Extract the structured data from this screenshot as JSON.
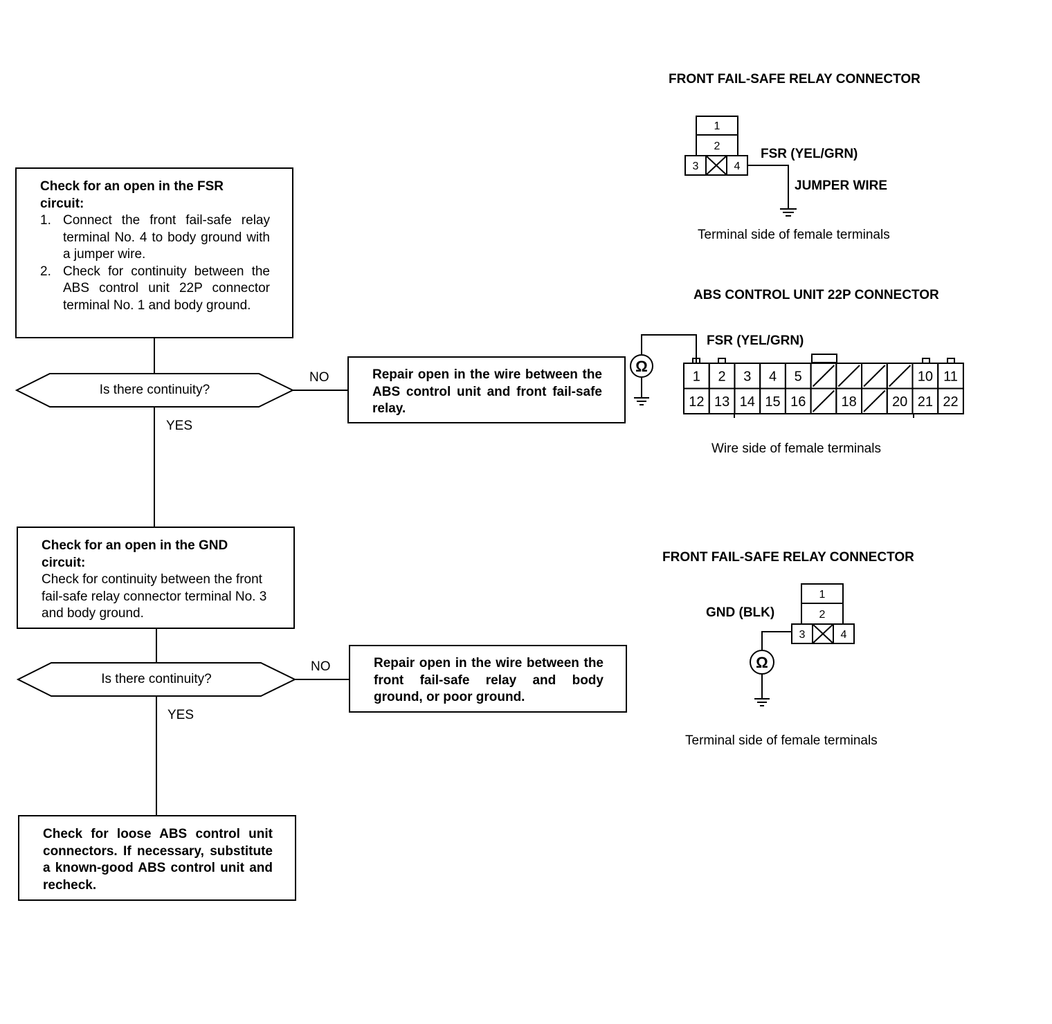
{
  "flowchart": {
    "box1": {
      "title": "Check for an open in the FSR circuit:",
      "steps": [
        {
          "num": "1.",
          "text": "Connect the front fail-safe relay terminal No. 4 to body ground with a jumper wire."
        },
        {
          "num": "2.",
          "text": "Check for continuity between the ABS control unit 22P connector terminal No. 1 and body ground."
        }
      ]
    },
    "decision1": "Is there continuity?",
    "no1_label": "NO",
    "yes1_label": "YES",
    "repair1": "Repair open in the wire between the ABS control unit and front fail-safe relay.",
    "box2": {
      "title": "Check for an open in the GND circuit:",
      "body": "Check for continuity between the front fail-safe relay connector terminal No. 3 and body ground."
    },
    "decision2": "Is there continuity?",
    "no2_label": "NO",
    "yes2_label": "YES",
    "repair2": "Repair open in the wire between the front fail-safe relay and body ground, or poor ground.",
    "final": "Check for loose ABS control unit connectors. If necessary, substitute a known-good ABS control unit and recheck."
  },
  "connector_fsr": {
    "title": "FRONT FAIL-SAFE RELAY CONNECTOR",
    "terminals": [
      "1",
      "2",
      "3",
      "4"
    ],
    "wire_label": "FSR (YEL/GRN)",
    "jumper_label": "JUMPER WIRE",
    "caption": "Terminal side of female terminals"
  },
  "connector_abs": {
    "title": "ABS CONTROL UNIT 22P CONNECTOR",
    "wire_label": "FSR (YEL/GRN)",
    "ohm_symbol": "Ω",
    "row1": [
      "1",
      "2",
      "3",
      "4",
      "5",
      "",
      "",
      "",
      "",
      "10",
      "11"
    ],
    "row2": [
      "12",
      "13",
      "14",
      "15",
      "16",
      "",
      "18",
      "",
      "20",
      "21",
      "22"
    ],
    "caption": "Wire side of female terminals"
  },
  "connector_gnd": {
    "title": "FRONT FAIL-SAFE RELAY CONNECTOR",
    "terminals": [
      "1",
      "2",
      "3",
      "4"
    ],
    "wire_label": "GND (BLK)",
    "ohm_symbol": "Ω",
    "caption": "Terminal side of female terminals"
  }
}
